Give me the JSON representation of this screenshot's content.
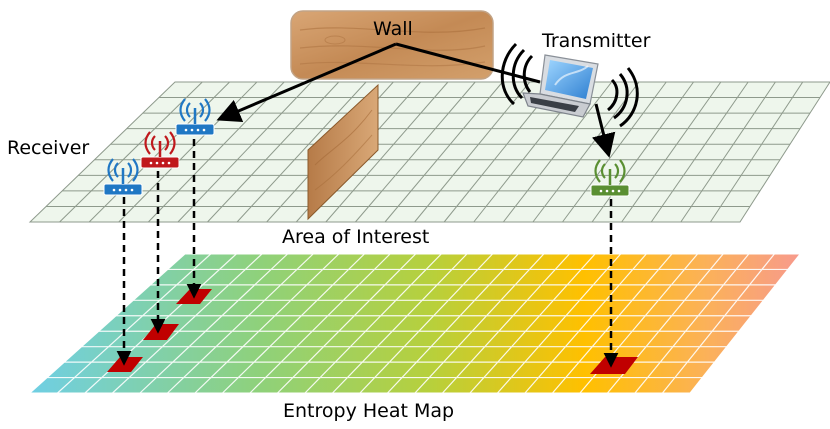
{
  "labels": {
    "wall": "Wall",
    "transmitter": "Transmitter",
    "receiver": "Receiver",
    "area_of_interest": "Area of Interest",
    "heat_map": "Entropy Heat Map"
  },
  "colors": {
    "top_grid_fill": "#eef6ec",
    "top_grid_line": "#8e9a8c",
    "wall_wood": "#c99463",
    "wall_wood_dark": "#a96f3d",
    "heat_cold": "#6fcfe4",
    "heat_mid": "#a8d24c",
    "heat_warm": "#ffc000",
    "heat_hot": "#f79a8c",
    "receiver_blue": "#1f77c4",
    "receiver_red": "#c0181c",
    "receiver_green": "#5a8f32",
    "heat_cell_marker": "#c00000",
    "arrow": "#000000"
  },
  "icons": {
    "wall": "wood-panel-icon",
    "transmitter": "laptop-icon",
    "receiver": "router-icon"
  }
}
